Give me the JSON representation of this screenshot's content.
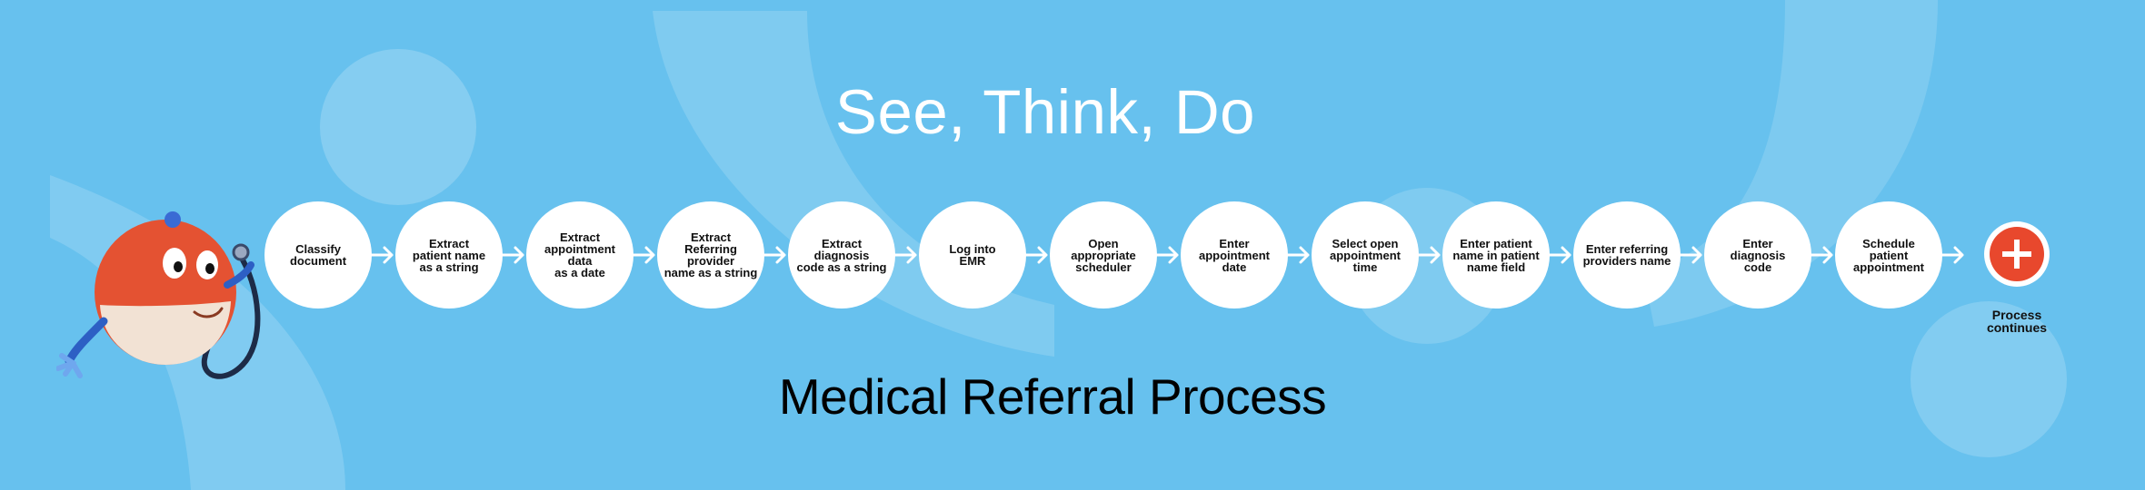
{
  "title": "See, Think, Do",
  "subtitle": "Medical Referral Process",
  "steps": [
    "Classify\ndocument",
    "Extract\npatient name\nas a string",
    "Extract\nappointment data\nas a date",
    "Extract\nReferring provider\nname as a string",
    "Extract diagnosis\ncode as a string",
    "Log into\nEMR",
    "Open\nappropriate\nscheduler",
    "Enter\nappointment\ndate",
    "Select open\nappointment\ntime",
    "Enter patient\nname in patient\nname field",
    "Enter referring\nproviders name",
    "Enter\ndiagnosis\ncode",
    "Schedule\npatient\nappointment"
  ],
  "end": {
    "label": "Process\ncontinues",
    "icon": "plus-icon"
  },
  "colors": {
    "background": "#67c1ee",
    "accent": "#e8482d"
  }
}
